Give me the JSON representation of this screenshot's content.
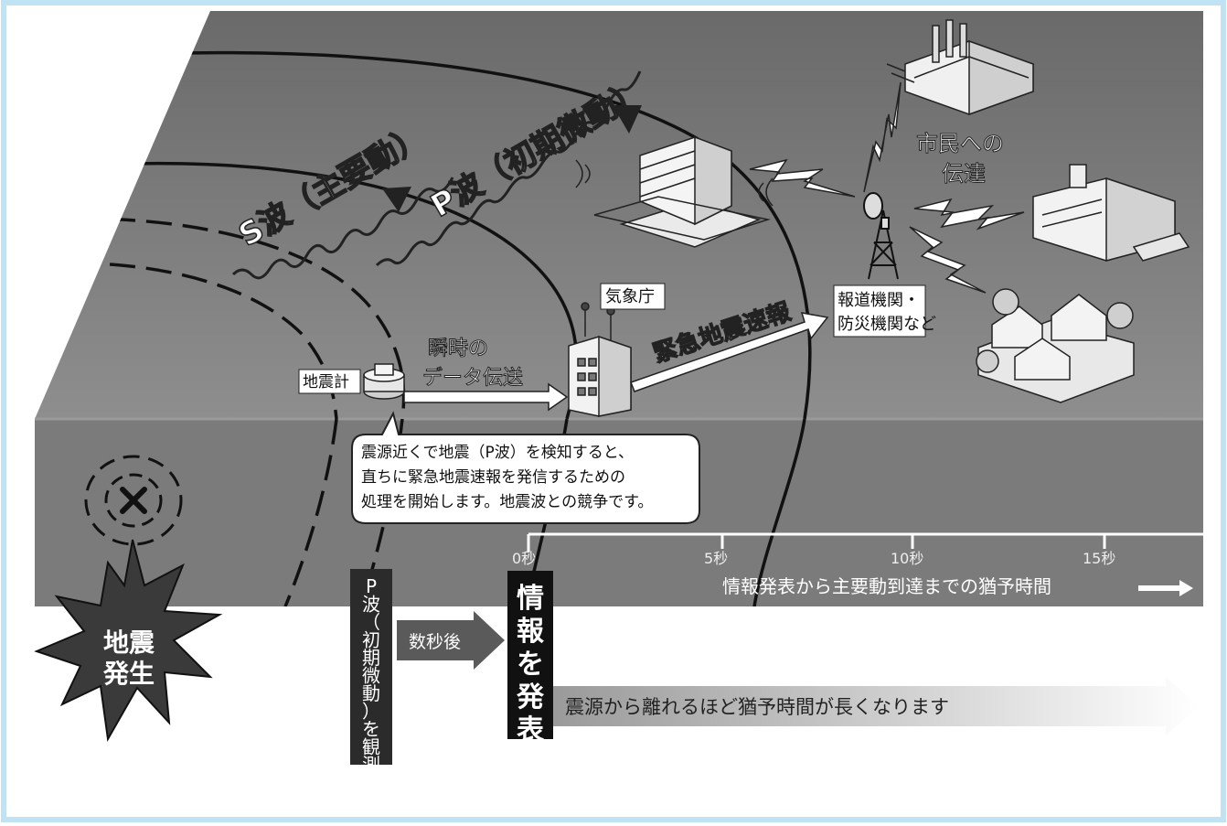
{
  "colors": {
    "frame_border": "#bfe3f3",
    "surface_top": "#8a8a8a",
    "surface_far": "#6d6d6d",
    "ground_side": "#7a7a7a",
    "white": "#ffffff",
    "black": "#111111"
  },
  "labels": {
    "s_wave": "S波（主要動）",
    "p_wave": "P波（初期微動）",
    "seismometer": "地震計",
    "instant_transfer_line1": "瞬時の",
    "instant_transfer_line2": "データ伝送",
    "jma": "気象庁",
    "eew": "緊急地震速報",
    "broadcast_line1": "報道機関・",
    "broadcast_line2": "防災機関など",
    "citizens_line1": "市民への",
    "citizens_line2": "伝達",
    "callout_line1": "震源近くで地震（P波）を検知すると、",
    "callout_line2": "直ちに緊急地震速報を発信するための",
    "callout_line3": "処理を開始します。地震波との競争です。",
    "tick_0": "0秒",
    "tick_5": "5秒",
    "tick_10": "10秒",
    "tick_15": "15秒",
    "grace_label": "情報発表から主要動到達までの猶予時間",
    "earthquake_line1": "地震",
    "earthquake_line2": "発生",
    "p_observe": "P波（初期微動）を観測",
    "seconds_later": "数秒後",
    "announce": "情報を発表",
    "distance_note": "震源から離れるほど猶予時間が長くなります"
  },
  "icons": {
    "epicenter": "x-mark-icon",
    "explosion": "burst-icon",
    "tower": "antenna-tower-icon",
    "factory": "factory-icon",
    "hospital": "hospital-icon",
    "school": "school-icon",
    "houses": "houses-icon",
    "agency": "office-building-icon",
    "seismometer": "seismometer-icon"
  }
}
